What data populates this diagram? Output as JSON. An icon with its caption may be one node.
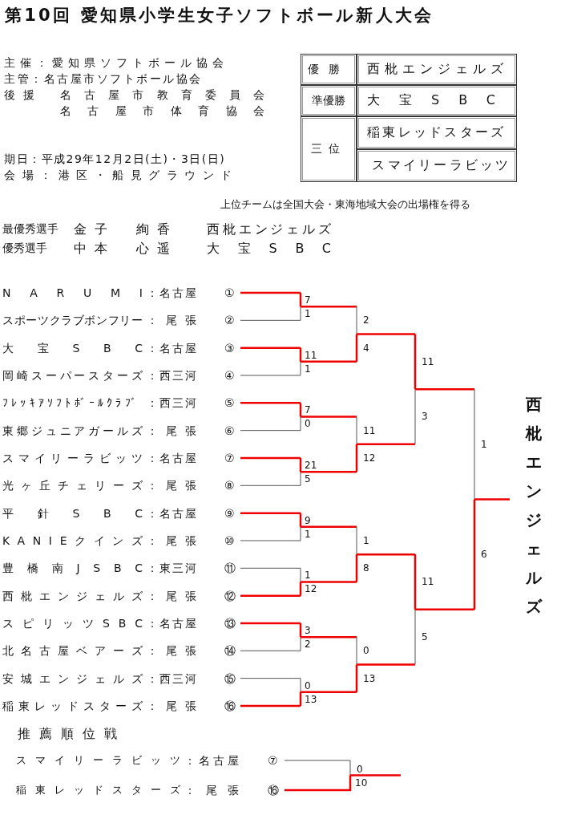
{
  "diagram": {
    "title": "第10回 愛知県小学生女子ソフトボール新人大会",
    "labels": [
      "主催：愛知県ソフトボール協会",
      "主管：名古屋市ソフトボール協会",
      "後援",
      "名古屋市教育委員会",
      "名古屋市体育協会",
      "期日：平成29年12月2日(土)・3日(日)",
      "会場：港区・船見グラウンド",
      "優勝",
      "西枇エンジェルズ",
      "準優勝",
      "大宝SBC",
      "三位",
      "稲東レッドスターズ",
      "スマイリーラビッツ",
      "上位チームは全国大会・東海地域大会の出場権を得る",
      "最優秀選手",
      "金子　絢香",
      "西枇エンジェルズ",
      "優秀選手",
      "中本　心遥",
      "大宝SBC",
      "NARUMI",
      "：名古屋",
      "①",
      "スポーツクラブボンフリー",
      "：尾張",
      "②",
      "大宝SBC",
      "：名古屋",
      "③",
      "岡崎スーパースターズ",
      "：西三河",
      "④",
      "ﾌﾚｯｷｱｿﾌﾄﾎﾞｰﾙｸﾗﾌﾞ",
      "：西三河",
      "⑤",
      "東郷ジュニアガールズ",
      "：尾張",
      "⑥",
      "スマイリーラビッツ",
      "：名古屋",
      "⑦",
      "光ヶ丘チェリーズ",
      "：尾張",
      "⑧",
      "平針SBC",
      "：名古屋",
      "⑨",
      "KANIEクインズ",
      "：尾張",
      "⑩",
      "豊橋南JSBC",
      "：東三河",
      "⑪",
      "西枇エンジェルズ",
      "：尾張",
      "⑫",
      "スピリッツSBC",
      "：名古屋",
      "⑬",
      "北名古屋ベアーズ",
      "：尾張",
      "⑭",
      "安城エンジェルズ",
      "：西三河",
      "⑮",
      "稲東レッドスターズ",
      "：尾張",
      "⑯",
      "7",
      "1",
      "11",
      "1",
      "7",
      "0",
      "21",
      "5",
      "9",
      "1",
      "1",
      "12",
      "3",
      "2",
      "0",
      "13",
      "2",
      "4",
      "11",
      "12",
      "1",
      "8",
      "0",
      "13",
      "11",
      "3",
      "11",
      "5",
      "1",
      "6",
      "西枇エンジェルズ",
      "推薦順位戦",
      "スマイリーラビッツ",
      "：名古屋",
      "⑦",
      "稲東レッドスターズ",
      "：尾張",
      "⑯",
      "0",
      "10"
    ]
  }
}
